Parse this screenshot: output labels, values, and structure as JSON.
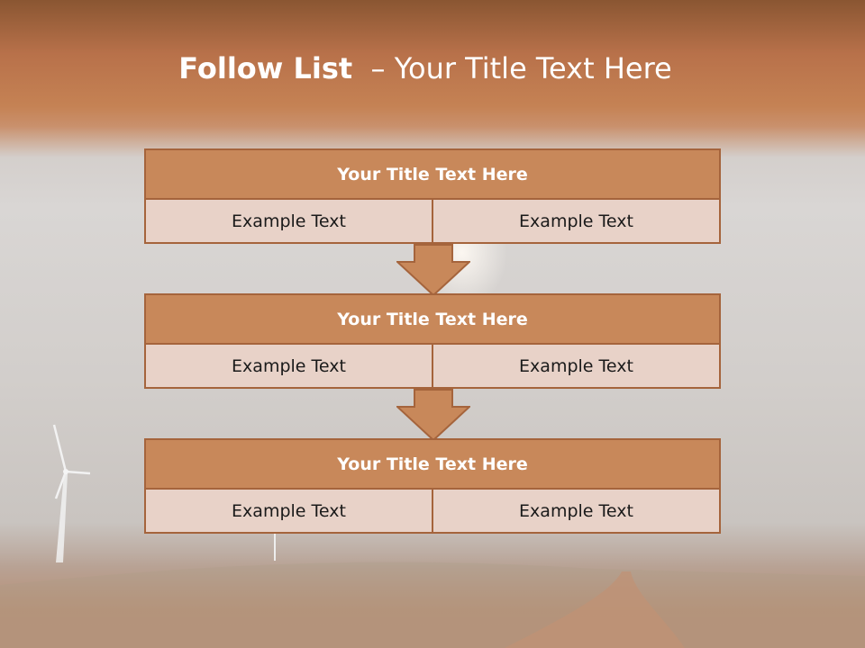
{
  "title": {
    "bold": "Follow List",
    "rest": "  – Your Title Text Here"
  },
  "blocks": [
    {
      "title": "Your Title Text Here",
      "left": "Example Text",
      "right": "Example Text"
    },
    {
      "title": "Your Title Text Here",
      "left": "Example Text",
      "right": "Example Text"
    },
    {
      "title": "Your Title Text Here",
      "left": "Example Text",
      "right": "Example Text"
    }
  ],
  "colors": {
    "header_fill": "#c8885a",
    "header_border": "#a5643c",
    "cell_fill": "#e8d2c8",
    "title_text": "#ffffff"
  }
}
